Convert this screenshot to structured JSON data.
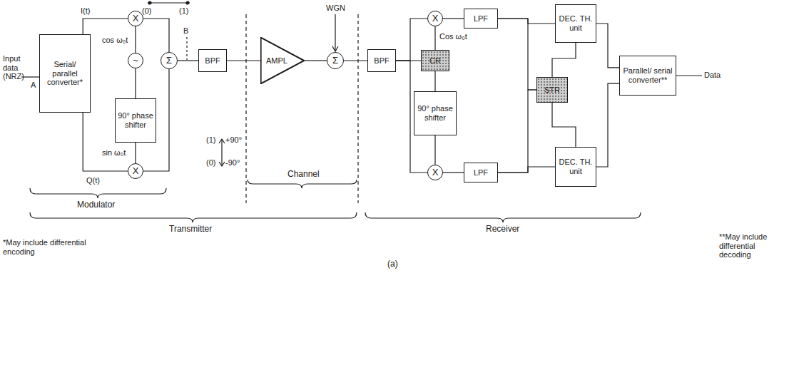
{
  "diagram": {
    "caption": "(a)",
    "nodes": [
      {
        "text": [
          "Serial/ parallel converter*"
        ]
      },
      {
        "text": [
          "X"
        ]
      },
      {
        "text": [
          "~"
        ]
      },
      {
        "text": [
          "Σ"
        ]
      },
      {
        "text": [
          "90° phase shifter"
        ]
      },
      {
        "text": [
          "X"
        ]
      },
      {
        "text": [
          "BPF"
        ]
      },
      {
        "text": [
          "AMPL"
        ]
      },
      {
        "text": [
          "Σ"
        ]
      },
      {
        "text": [
          "BPF"
        ]
      },
      {
        "text": [
          "X"
        ]
      },
      {
        "text": [
          "CR"
        ]
      },
      {
        "text": [
          "LPF"
        ]
      },
      {
        "text": [
          "90° phase shifter"
        ]
      },
      {
        "text": [
          "X"
        ]
      },
      {
        "text": [
          "LPF"
        ]
      },
      {
        "text": [
          "DEC. TH. unit"
        ]
      },
      {
        "text": [
          "STR"
        ]
      },
      {
        "text": [
          "DEC. TH. unit"
        ]
      },
      {
        "text": [
          "Parallel/ serial converter**"
        ]
      }
    ],
    "edges": [
      {
        "from": 0,
        "to": 1,
        "arrow": "none",
        "label": "I(t)"
      },
      {
        "from": 0,
        "to": 5,
        "arrow": "none",
        "label": "Q(t)"
      },
      {
        "from": 2,
        "to": 1,
        "arrow": "none",
        "label": "cos ω₀t"
      },
      {
        "from": 2,
        "to": 4,
        "arrow": "none"
      },
      {
        "from": 4,
        "to": 5,
        "arrow": "none",
        "label": "sin ω₀t"
      },
      {
        "from": 1,
        "to": 3,
        "arrow": "none"
      },
      {
        "from": 5,
        "to": 3,
        "arrow": "none"
      },
      {
        "from": 3,
        "to": 6,
        "arrow": "none"
      },
      {
        "from": 6,
        "to": 7,
        "arrow": "none"
      },
      {
        "from": 7,
        "to": 8,
        "arrow": "none"
      },
      {
        "from": 8,
        "to": 9,
        "arrow": "none"
      },
      {
        "from": 9,
        "to": 10,
        "arrow": "none"
      },
      {
        "from": 9,
        "to": 11,
        "arrow": "none"
      },
      {
        "from": 9,
        "to": 14,
        "arrow": "none"
      },
      {
        "from": 11,
        "to": 10,
        "arrow": "none",
        "label": "Cos ω₀t"
      },
      {
        "from": 11,
        "to": 13,
        "arrow": "none"
      },
      {
        "from": 13,
        "to": 14,
        "arrow": "none"
      },
      {
        "from": 10,
        "to": 12,
        "arrow": "none"
      },
      {
        "from": 14,
        "to": 15,
        "arrow": "none"
      },
      {
        "from": 12,
        "to": 16,
        "arrow": "none"
      },
      {
        "from": 15,
        "to": 18,
        "arrow": "none"
      },
      {
        "from": 12,
        "to": 17,
        "arrow": "none"
      },
      {
        "from": 15,
        "to": 17,
        "arrow": "none"
      },
      {
        "from": 17,
        "to": 16,
        "arrow": "none"
      },
      {
        "from": 17,
        "to": 18,
        "arrow": "none"
      },
      {
        "from": 16,
        "to": 19,
        "arrow": "none"
      },
      {
        "from": 18,
        "to": 19,
        "arrow": "none"
      }
    ],
    "labels": [
      "Input data (NRZ)",
      "A",
      "(0)",
      "(1)",
      "B",
      "(1)",
      "+90°",
      "(0)",
      "-90°",
      "WGN",
      "Channel",
      "Modulator",
      "Transmitter",
      "Receiver",
      "Data",
      "*May include differential encoding",
      "**May include differential decoding"
    ]
  }
}
